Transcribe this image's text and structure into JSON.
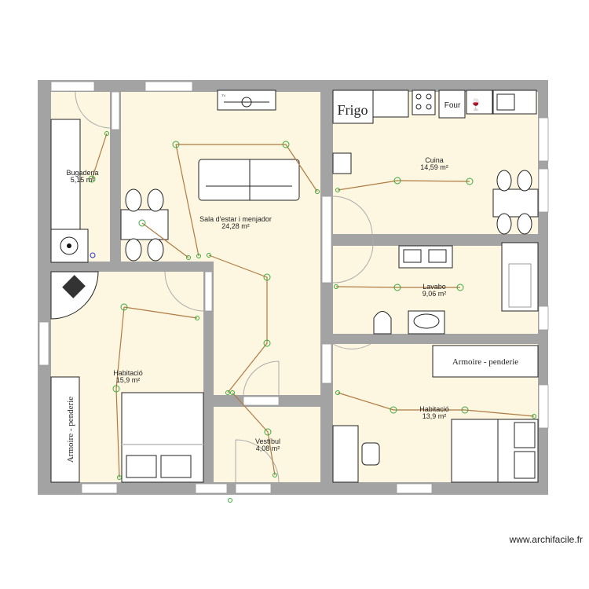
{
  "rooms": [
    {
      "name": "Bugaderia",
      "area": "5,15 m²"
    },
    {
      "name": "Sala d'estar i menjador",
      "area": "24,28 m²"
    },
    {
      "name": "Cuina",
      "area": "14,59 m²"
    },
    {
      "name": "Lavabo",
      "area": "9,06 m²"
    },
    {
      "name": "Habitació",
      "area": "15,9 m²"
    },
    {
      "name": "Vestíbul",
      "area": "4,08 m²"
    },
    {
      "name": "Habitació",
      "area": "13,9 m²"
    }
  ],
  "furniture": {
    "fridge": "Frigo",
    "oven": "Four",
    "wardrobe_left": "Armoire - penderie",
    "wardrobe_right": "Armoire - penderie",
    "tv": "TV"
  },
  "colors": {
    "wall": "#a3a3a3",
    "floor": "#fdf7e1",
    "wiring": "#b07a43",
    "fixtures": "#3aa83a"
  },
  "watermark": "www.archifacile.fr"
}
